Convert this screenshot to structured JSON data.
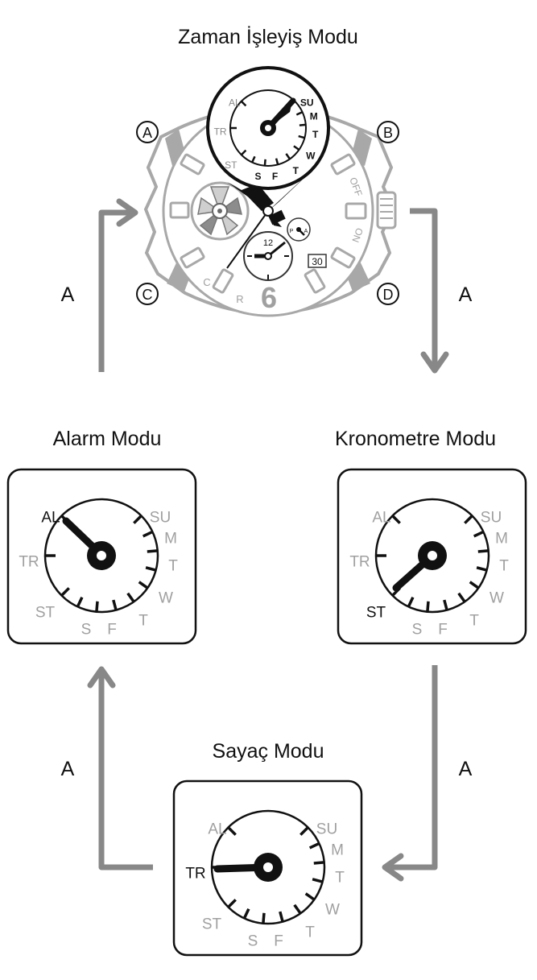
{
  "titles": {
    "timekeeping": "Zaman İşleyiş Modu",
    "alarm": "Alarm Modu",
    "stopwatch": "Kronometre Modu",
    "timer": "Sayaç Modu"
  },
  "button_letter": "A",
  "watch": {
    "buttons": {
      "a": "A",
      "b": "B",
      "c": "C",
      "d": "D"
    },
    "bezel_labels": {
      "off": "OFF",
      "on": "ON",
      "c": "C",
      "r": "R",
      "six": "6"
    },
    "small_dial": {
      "twelve": "12",
      "pa": "P",
      "aa": "A"
    },
    "date": "30"
  },
  "dial_labels": {
    "AL": "AL",
    "SU": "SU",
    "M": "M",
    "TR": "TR",
    "T1": "T",
    "W": "W",
    "ST": "ST",
    "S": "S",
    "F": "F",
    "T2": "T"
  },
  "colors": {
    "ink": "#111111",
    "gray": "#8a8a8a",
    "light": "#a8a8a8",
    "arrow": "#888888"
  }
}
